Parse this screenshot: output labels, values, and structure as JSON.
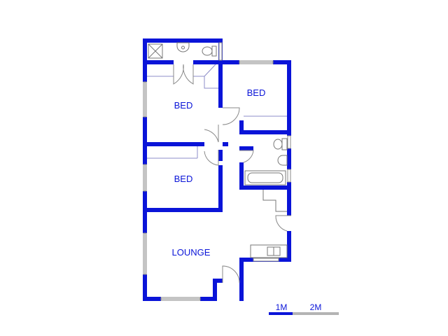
{
  "rooms": {
    "bed_1": "BED",
    "bed_2": "BED",
    "bed_3": "BED",
    "lounge": "LOUNGE"
  },
  "scale": {
    "label_1": "1M",
    "label_2": "2M"
  },
  "colors": {
    "walls": "#0a14d8",
    "labels": "#0a14d8",
    "scale_gray": "#b4b4b4"
  }
}
